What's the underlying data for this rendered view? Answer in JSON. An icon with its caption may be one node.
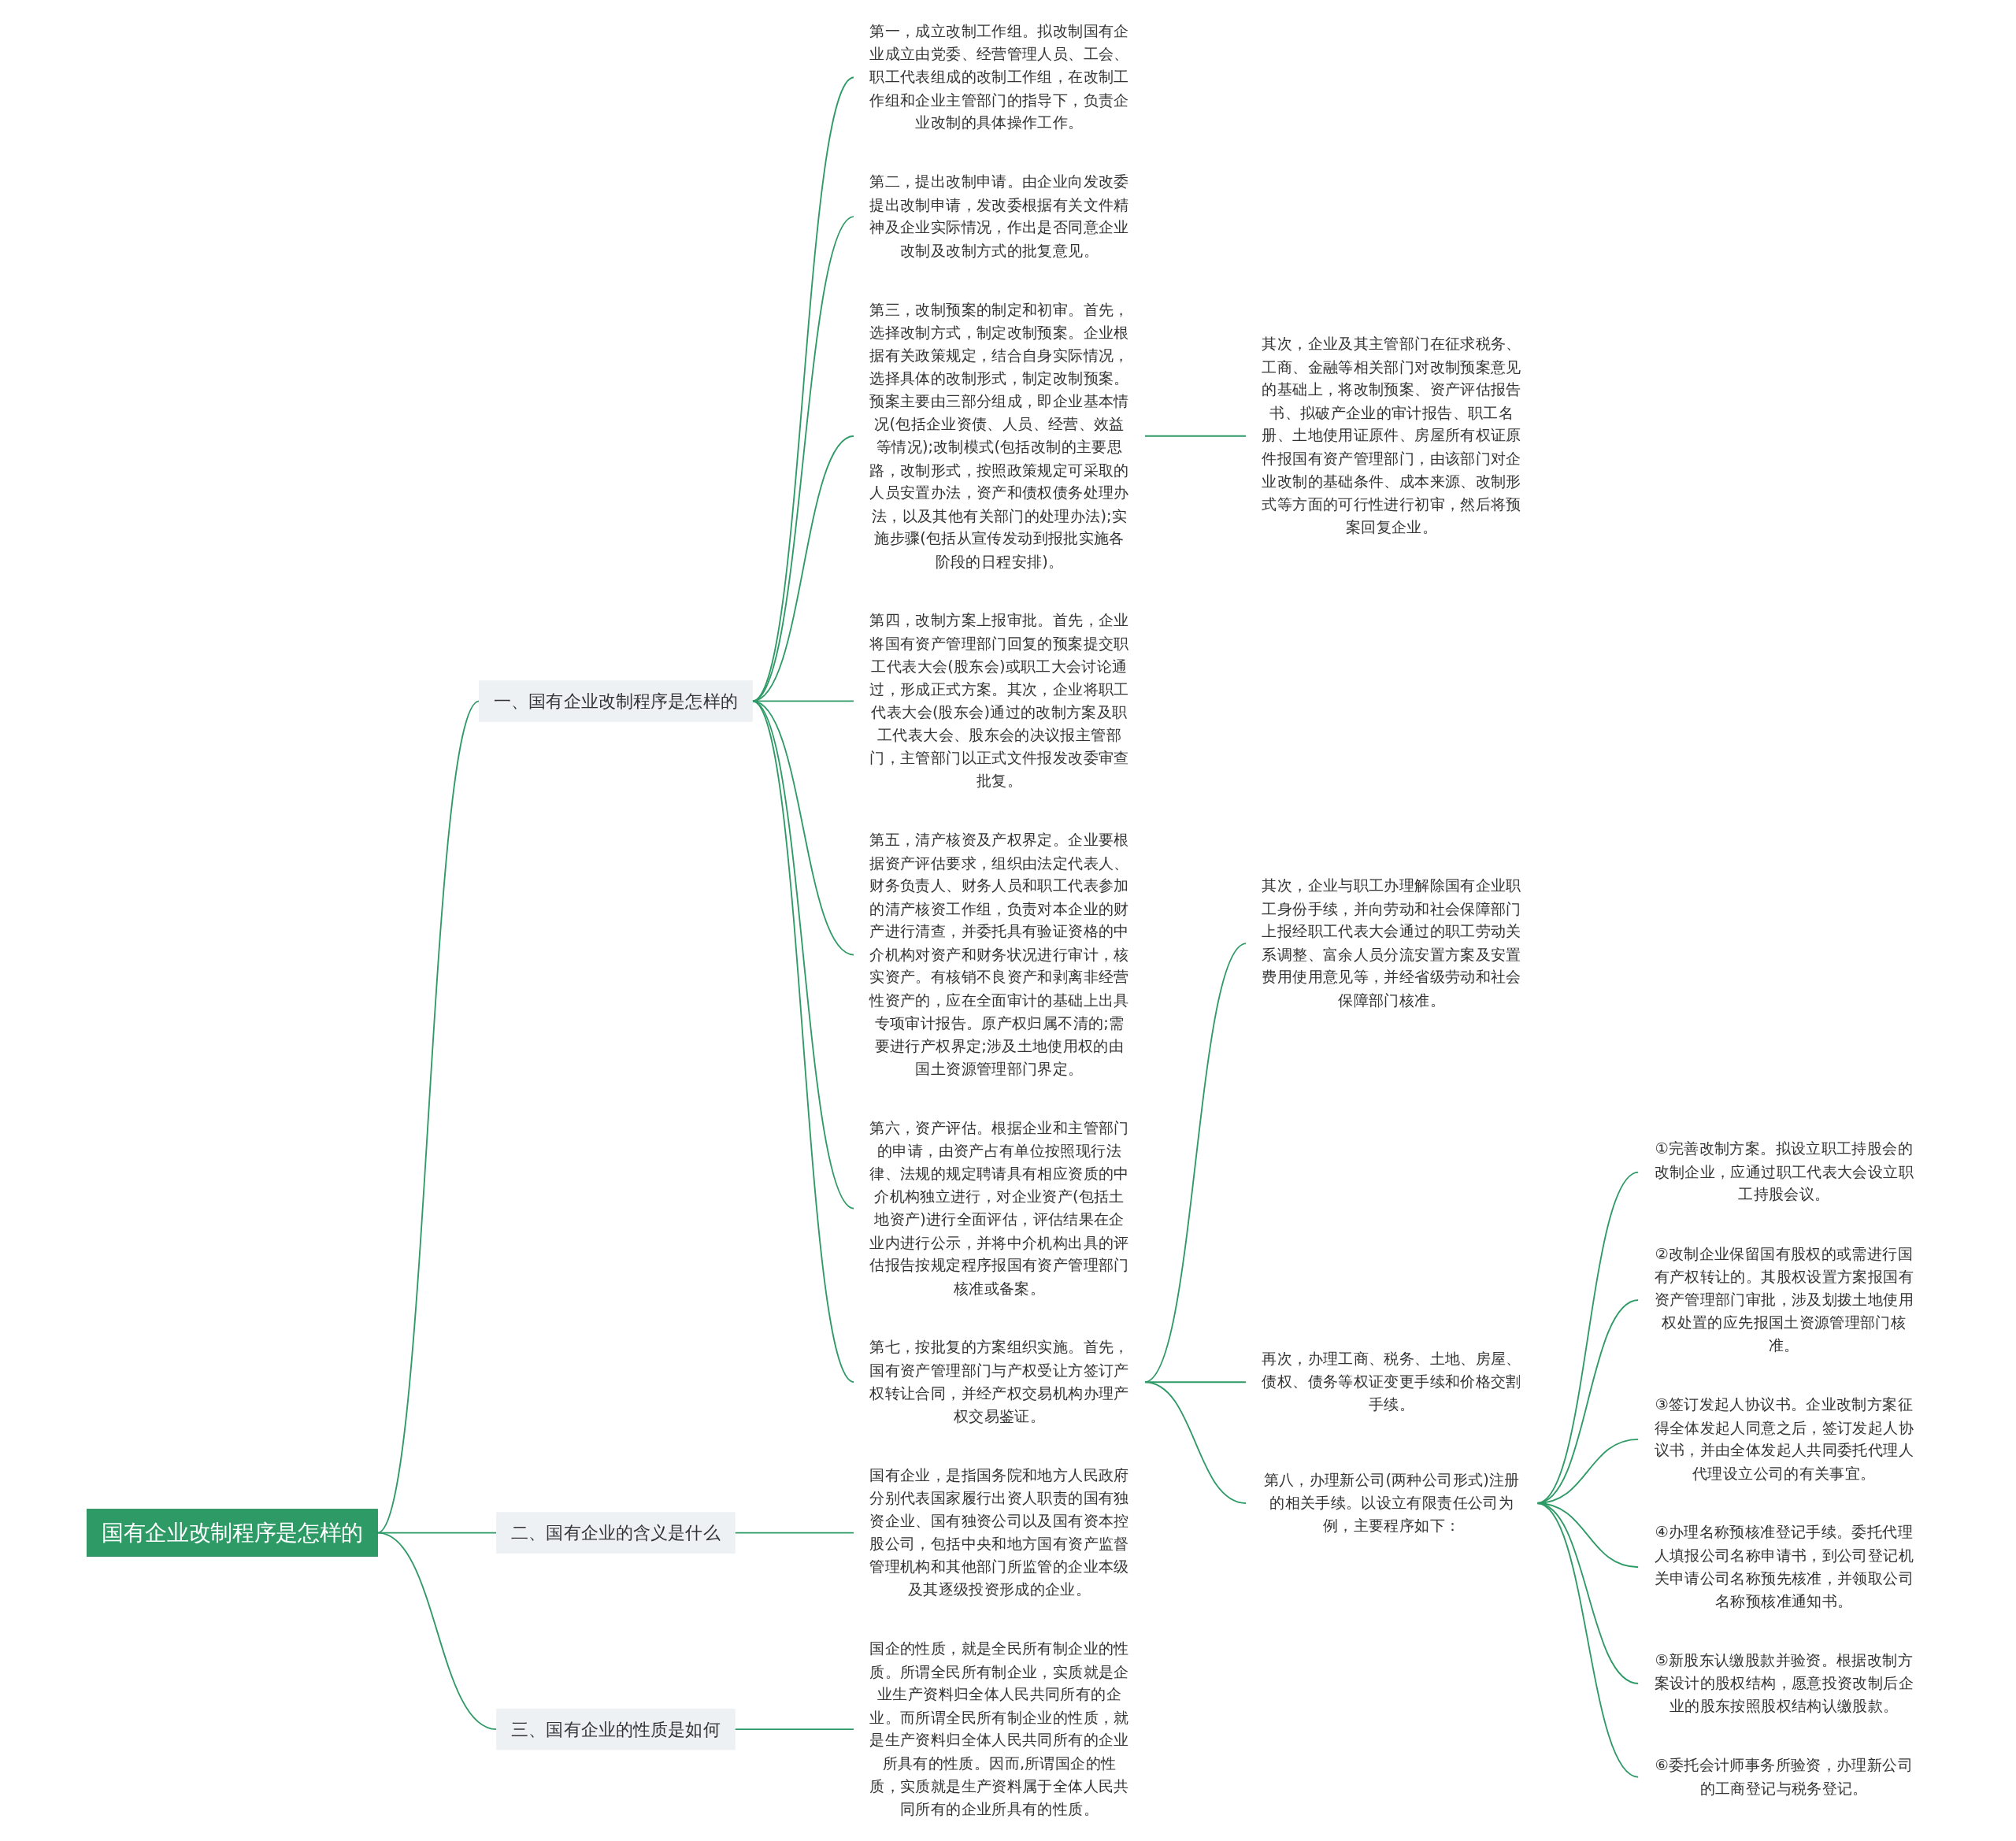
{
  "diagram": {
    "nodes": [
      {
        "text": [
          "国有企业改制程序是怎样的"
        ]
      },
      {
        "text": [
          "一、国有企业改制程序是怎样的"
        ]
      },
      {
        "text": [
          "第一，成立改制工作组。拟改制国有企业成立由党委、经营管理人员、工会、职工代表组成的改制工作组，在改制工作组和企业主管部门的指导下，负责企业改制的具体操作工作。"
        ]
      },
      {
        "text": [
          "第二，提出改制申请。由企业向发改委提出改制申请，发改委根据有关文件精神及企业实际情况，作出是否同意企业改制及改制方式的批复意见。"
        ]
      },
      {
        "text": [
          "第三，改制预案的制定和初审。首先，选择改制方式，制定改制预案。企业根据有关政策规定，结合自身实际情况，选择具体的改制形式，制定改制预案。预案主要由三部分组成，即企业基本情况(包括企业资债、人员、经营、效益等情况);改制模式(包括改制的主要思路，改制形式，按照政策规定可采取的人员安置办法，资产和债权债务处理办法，以及其他有关部门的处理办法);实施步骤(包括从宣传发动到报批实施各阶段的日程安排)。"
        ]
      },
      {
        "text": [
          "其次，企业及其主管部门在征求税务、工商、金融等相关部门对改制预案意见的基础上，将改制预案、资产评估报告书、拟破产企业的审计报告、职工名册、土地使用证原件、房屋所有权证原件报国有资产管理部门，由该部门对企业改制的基础条件、成本来源、改制形式等方面的可行性进行初审，然后将预案回复企业。"
        ]
      },
      {
        "text": [
          "第四，改制方案上报审批。首先，企业将国有资产管理部门回复的预案提交职工代表大会(股东会)或职工大会讨论通过，形成正式方案。其次，企业将职工代表大会(股东会)通过的改制方案及职工代表大会、股东会的决议报主管部门，主管部门以正式文件报发改委审查批复。"
        ]
      },
      {
        "text": [
          "第五，清产核资及产权界定。企业要根据资产评估要求，组织由法定代表人、财务负责人、财务人员和职工代表参加的清产核资工作组，负责对本企业的财产进行清查，并委托具有验证资格的中介机构对资产和财务状况进行审计，核实资产。有核销不良资产和剥离非经营性资产的，应在全面审计的基础上出具专项审计报告。原产权归属不清的;需要进行产权界定;涉及土地使用权的由国土资源管理部门界定。"
        ]
      },
      {
        "text": [
          "第六，资产评估。根据企业和主管部门的申请，由资产占有单位按照现行法律、法规的规定聘请具有相应资质的中介机构独立进行，对企业资产(包括土地资产)进行全面评估，评估结果在企业内进行公示，并将中介机构出具的评估报告按规定程序报国有资产管理部门核准或备案。"
        ]
      },
      {
        "text": [
          "第七，按批复的方案组织实施。首先，国有资产管理部门与产权受让方签订产权转让合同，并经产权交易机构办理产权交易鉴证。"
        ]
      },
      {
        "text": [
          "其次，企业与职工办理解除国有企业职工身份手续，并向劳动和社会保障部门上报经职工代表大会通过的职工劳动关系调整、富余人员分流安置方案及安置费用使用意见等，并经省级劳动和社会保障部门核准。"
        ]
      },
      {
        "text": [
          "再次，办理工商、税务、土地、房屋、债权、债务等权证变更手续和价格交割手续。"
        ]
      },
      {
        "text": [
          "第八，办理新公司(两种公司形式)注册的相关手续。以设立有限责任公司为例，主要程序如下："
        ]
      },
      {
        "text": [
          "①完善改制方案。拟设立职工持股会的改制企业，应通过职工代表大会设立职工持股会议。"
        ]
      },
      {
        "text": [
          "②改制企业保留国有股权的或需进行国有产权转让的。其股权设置方案报国有资产管理部门审批，涉及划拨土地使用权处置的应先报国土资源管理部门核准。"
        ]
      },
      {
        "text": [
          "③签订发起人协议书。企业改制方案征得全体发起人同意之后，签订发起人协议书，并由全体发起人共同委托代理人代理设立公司的有关事宜。"
        ]
      },
      {
        "text": [
          "④办理名称预核准登记手续。委托代理人填报公司名称申请书，到公司登记机关申请公司名称预先核准，并领取公司名称预核准通知书。"
        ]
      },
      {
        "text": [
          "⑤新股东认缴股款并验资。根据改制方案设计的股权结构，愿意投资改制后企业的股东按照股权结构认缴股款。"
        ]
      },
      {
        "text": [
          "⑥委托会计师事务所验资，办理新公司的工商登记与税务登记。"
        ]
      },
      {
        "text": [
          "二、国有企业的含义是什么"
        ]
      },
      {
        "text": [
          "国有企业，是指国务院和地方人民政府分别代表国家履行出资人职责的国有独资企业、国有独资公司以及国有资本控股公司，包括中央和地方国有资产监督管理机构和其他部门所监管的企业本级及其逐级投资形成的企业。"
        ]
      },
      {
        "text": [
          "三、国有企业的性质是如何"
        ]
      },
      {
        "text": [
          "国企的性质，就是全民所有制企业的性质。所谓全民所有制企业，实质就是企业生产资料归全体人民共同所有的企业。而所谓全民所有制企业的性质，就是生产资料归全体人民共同所有的企业所具有的性质。因而,所谓国企的性质，实质就是生产资料属于全体人民共同所有的企业所具有的性质。"
        ]
      }
    ],
    "edges": [
      {
        "from": 0,
        "to": 1,
        "arrow": "none"
      },
      {
        "from": 1,
        "to": 2,
        "arrow": "none"
      },
      {
        "from": 1,
        "to": 3,
        "arrow": "none"
      },
      {
        "from": 1,
        "to": 4,
        "arrow": "none"
      },
      {
        "from": 4,
        "to": 5,
        "arrow": "none"
      },
      {
        "from": 1,
        "to": 6,
        "arrow": "none"
      },
      {
        "from": 1,
        "to": 7,
        "arrow": "none"
      },
      {
        "from": 1,
        "to": 8,
        "arrow": "none"
      },
      {
        "from": 1,
        "to": 9,
        "arrow": "none"
      },
      {
        "from": 9,
        "to": 10,
        "arrow": "none"
      },
      {
        "from": 9,
        "to": 11,
        "arrow": "none"
      },
      {
        "from": 9,
        "to": 12,
        "arrow": "none"
      },
      {
        "from": 12,
        "to": 13,
        "arrow": "none"
      },
      {
        "from": 12,
        "to": 14,
        "arrow": "none"
      },
      {
        "from": 12,
        "to": 15,
        "arrow": "none"
      },
      {
        "from": 12,
        "to": 16,
        "arrow": "none"
      },
      {
        "from": 12,
        "to": 17,
        "arrow": "none"
      },
      {
        "from": 12,
        "to": 18,
        "arrow": "none"
      },
      {
        "from": 0,
        "to": 19,
        "arrow": "none"
      },
      {
        "from": 19,
        "to": 20,
        "arrow": "none"
      },
      {
        "from": 0,
        "to": 21,
        "arrow": "none"
      },
      {
        "from": 21,
        "to": 22,
        "arrow": "none"
      }
    ]
  }
}
